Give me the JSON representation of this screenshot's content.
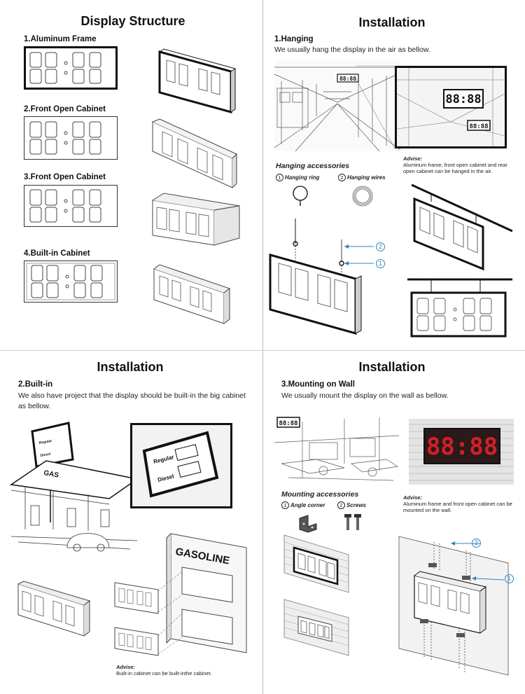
{
  "structure": {
    "title": "Display Structure",
    "items": [
      {
        "label": "1.Aluminum Frame"
      },
      {
        "label": "2.Front Open Cabinet"
      },
      {
        "label": "3.Front Open Cabinet"
      },
      {
        "label": "4.Built-in Cabinet"
      }
    ]
  },
  "hanging": {
    "title": "Installation",
    "subtitle": "1.Hanging",
    "desc": "We usually hang the display in the air as bellow.",
    "screen_digits": "88:88",
    "screen_digits_small": "88:88",
    "advise_head": "Advise:",
    "advise_text": "Aluminum frame, front open cabinet and rear open cabinet can be hanged in the air.",
    "accessories_title": "Hanging accessories",
    "acc1_num": "1",
    "acc1_label": "Hanging ring",
    "acc2_num": "2",
    "acc2_label": "Hanging wires",
    "callout_2": "2",
    "callout_1": "1"
  },
  "builtin": {
    "title": "Installation",
    "subtitle": "2.Built-in",
    "desc": "We also have project that the display should be built-in the big cabinet as bellow.",
    "sign_regular": "Regular",
    "sign_diesel": "Diesel",
    "gas_label": "GAS",
    "gasoline_label": "GASOLINE",
    "advise_head": "Advise:",
    "advise_text": "Built-in cabinet can be built-inthe cabinet."
  },
  "wall": {
    "title": "Installation",
    "subtitle": "3.Mounting on Wall",
    "desc": "We usually mount the display on the wall as bellow.",
    "small_digits": "88:88",
    "red_digits": "88:88",
    "advise_head": "Advise:",
    "advise_text": "Aluminum frame and front open cabinet can be mounted on the wall.",
    "accessories_title": "Mounting accessories",
    "acc1_num": "1",
    "acc1_label": "Angle corner",
    "acc2_num": "2",
    "acc2_label": "Screws",
    "callout_2": "2",
    "callout_1": "1"
  },
  "colors": {
    "led_red": "#d0202a",
    "led_bg": "#2a1a1a",
    "arrow_blue": "#2e86c1",
    "frame_dark": "#1f1f1f"
  }
}
